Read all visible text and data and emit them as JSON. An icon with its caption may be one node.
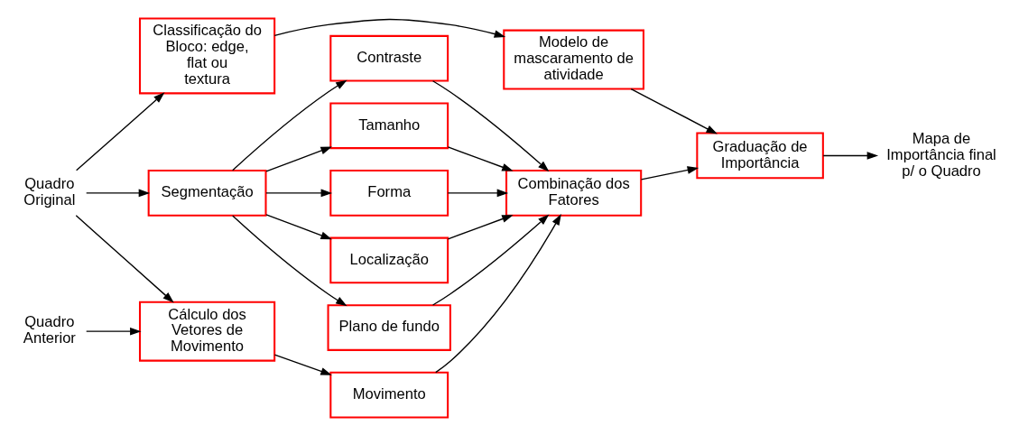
{
  "diagram": {
    "nodes": [
      {
        "text": [
          "Quadro Original"
        ]
      },
      {
        "text": [
          "Quadro Anterior"
        ]
      },
      {
        "text": [
          "Classificação do Bloco: edge, flat ou textura"
        ]
      },
      {
        "text": [
          "Segmentação"
        ]
      },
      {
        "text": [
          "Cálculo dos Vetores de Movimento"
        ]
      },
      {
        "text": [
          "Contraste"
        ]
      },
      {
        "text": [
          "Tamanho"
        ]
      },
      {
        "text": [
          "Forma"
        ]
      },
      {
        "text": [
          "Localização"
        ]
      },
      {
        "text": [
          "Plano de fundo"
        ]
      },
      {
        "text": [
          "Movimento"
        ]
      },
      {
        "text": [
          "Modelo de mascaramento de atividade"
        ]
      },
      {
        "text": [
          "Combinação dos Fatores"
        ]
      },
      {
        "text": [
          "Graduação de Importância"
        ]
      },
      {
        "text": [
          "Mapa de Importância final p/ o Quadro"
        ]
      }
    ],
    "edges": [
      {
        "from": 0,
        "to": 2,
        "arrow": "to"
      },
      {
        "from": 0,
        "to": 3,
        "arrow": "to"
      },
      {
        "from": 0,
        "to": 4,
        "arrow": "to"
      },
      {
        "from": 1,
        "to": 4,
        "arrow": "to"
      },
      {
        "from": 3,
        "to": 5,
        "arrow": "to"
      },
      {
        "from": 3,
        "to": 6,
        "arrow": "to"
      },
      {
        "from": 3,
        "to": 7,
        "arrow": "to"
      },
      {
        "from": 3,
        "to": 8,
        "arrow": "to"
      },
      {
        "from": 3,
        "to": 9,
        "arrow": "to"
      },
      {
        "from": 4,
        "to": 10,
        "arrow": "to"
      },
      {
        "from": 2,
        "to": 11,
        "arrow": "to"
      },
      {
        "from": 5,
        "to": 12,
        "arrow": "to"
      },
      {
        "from": 6,
        "to": 12,
        "arrow": "to"
      },
      {
        "from": 7,
        "to": 12,
        "arrow": "to"
      },
      {
        "from": 8,
        "to": 12,
        "arrow": "to"
      },
      {
        "from": 9,
        "to": 12,
        "arrow": "to"
      },
      {
        "from": 10,
        "to": 12,
        "arrow": "to"
      },
      {
        "from": 11,
        "to": 13,
        "arrow": "to"
      },
      {
        "from": 12,
        "to": 13,
        "arrow": "to"
      },
      {
        "from": 13,
        "to": 14,
        "arrow": "to"
      }
    ]
  }
}
